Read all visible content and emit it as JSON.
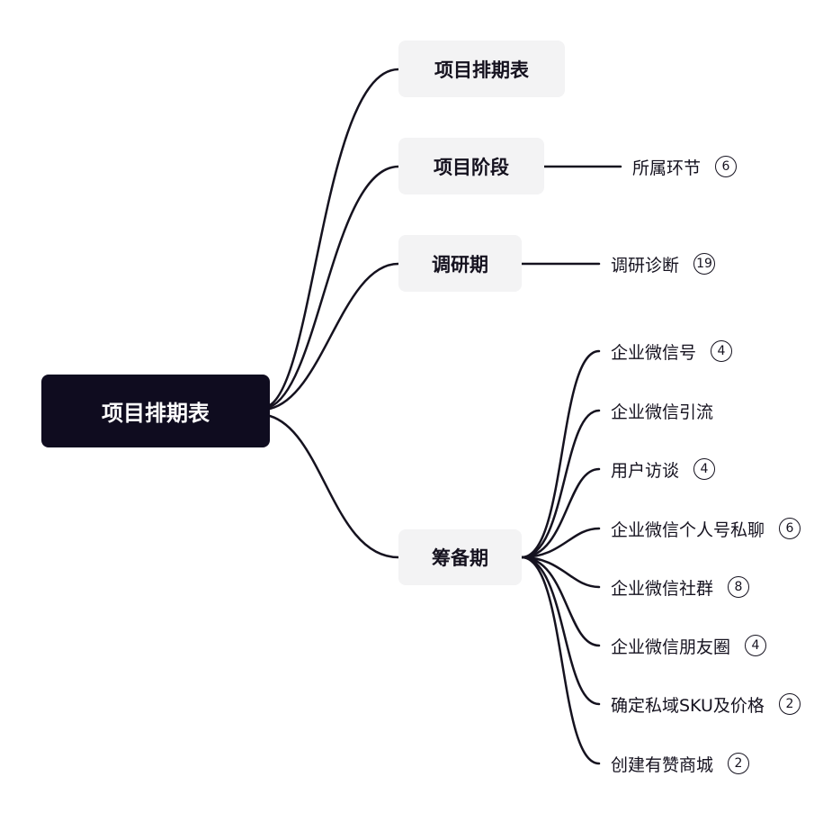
{
  "root": {
    "label": "项目排期表"
  },
  "branches": [
    {
      "label": "项目排期表"
    },
    {
      "label": "项目阶段",
      "children": [
        {
          "label": "所属环节",
          "count": "6"
        }
      ]
    },
    {
      "label": "调研期",
      "children": [
        {
          "label": "调研诊断",
          "count": "19"
        }
      ]
    },
    {
      "label": "筹备期",
      "children": [
        {
          "label": "企业微信号",
          "count": "4"
        },
        {
          "label": "企业微信引流"
        },
        {
          "label": "用户访谈",
          "count": "4"
        },
        {
          "label": "企业微信个人号私聊",
          "count": "6"
        },
        {
          "label": "企业微信社群",
          "count": "8"
        },
        {
          "label": "企业微信朋友圈",
          "count": "4"
        },
        {
          "label": "确定私域SKU及价格",
          "count": "2"
        },
        {
          "label": "创建有赞商城",
          "count": "2"
        }
      ]
    }
  ],
  "colors": {
    "root_bg": "#0f0c1f",
    "branch_bg": "#f3f3f4",
    "line": "#15121f"
  }
}
